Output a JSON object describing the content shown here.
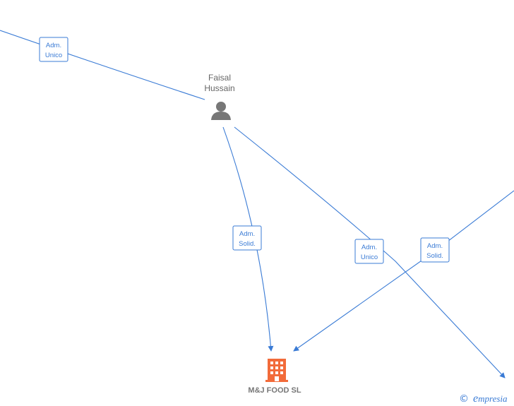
{
  "colors": {
    "edge": "#3a7bd5",
    "person": "#777777",
    "company": "#f26b3a",
    "text": "#666666"
  },
  "nodes": {
    "person": {
      "name_line1": "Faisal",
      "name_line2": "Hussain",
      "icon": "person-icon"
    },
    "company": {
      "name": "M&J FOOD  SL",
      "icon": "building-icon"
    }
  },
  "edges": [
    {
      "label_line1": "Adm.",
      "label_line2": "Unico"
    },
    {
      "label_line1": "Adm.",
      "label_line2": "Solid."
    },
    {
      "label_line1": "Adm.",
      "label_line2": "Unico"
    },
    {
      "label_line1": "Adm.",
      "label_line2": "Solid."
    }
  ],
  "footer": {
    "copyright_symbol": "©",
    "brand_initial": "e",
    "brand_rest": "mpresia"
  }
}
